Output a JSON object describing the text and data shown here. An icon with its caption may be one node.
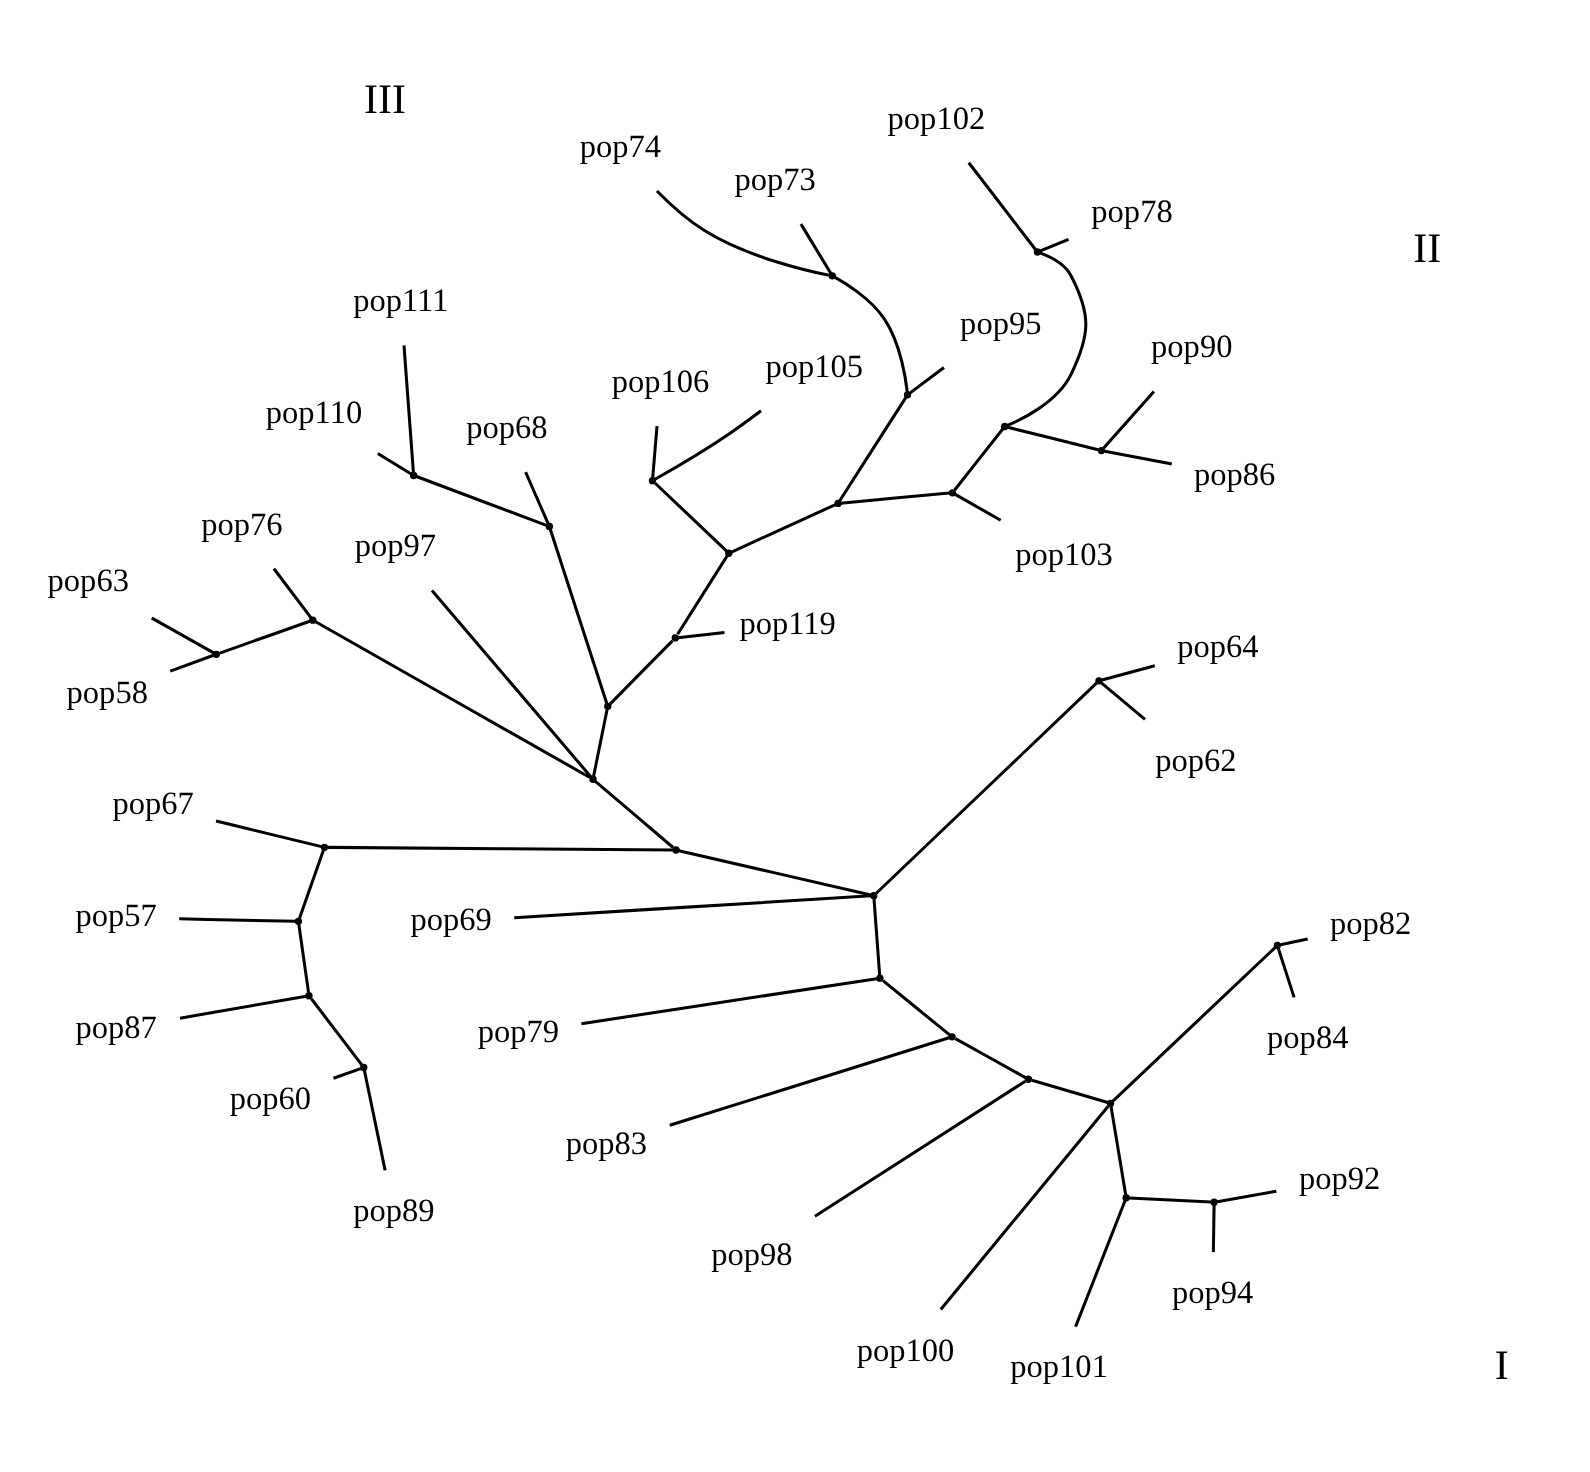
{
  "diagram": {
    "nodes": [
      {
        "text": [
          "pop73"
        ]
      },
      {
        "text": [
          "pop74"
        ]
      },
      {
        "text": [
          "pop103"
        ]
      },
      {
        "text": [
          "pop86"
        ]
      },
      {
        "text": [
          "pop90"
        ]
      },
      {
        "text": [
          "pop95"
        ]
      },
      {
        "text": [
          "pop78"
        ]
      },
      {
        "text": [
          "pop119"
        ]
      },
      {
        "text": [
          "pop102"
        ]
      },
      {
        "text": [
          "pop111"
        ]
      },
      {
        "text": [
          "pop110"
        ]
      },
      {
        "text": [
          "pop105"
        ]
      },
      {
        "text": [
          "pop68"
        ]
      },
      {
        "text": [
          "pop106"
        ]
      },
      {
        "text": [
          "pop63"
        ]
      },
      {
        "text": [
          "pop67"
        ]
      },
      {
        "text": [
          "pop58"
        ]
      },
      {
        "text": [
          "pop57"
        ]
      },
      {
        "text": [
          "pop76"
        ]
      },
      {
        "text": [
          "pop87"
        ]
      },
      {
        "text": [
          "pop60"
        ]
      },
      {
        "text": [
          "pop97"
        ]
      },
      {
        "text": [
          "pop94"
        ]
      },
      {
        "text": [
          "pop89"
        ]
      },
      {
        "text": [
          "pop92"
        ]
      },
      {
        "text": [
          "pop101"
        ]
      },
      {
        "text": [
          "pop69"
        ]
      },
      {
        "text": [
          "pop84"
        ]
      },
      {
        "text": [
          "pop82"
        ]
      },
      {
        "text": [
          "pop62"
        ]
      },
      {
        "text": [
          "pop100"
        ]
      },
      {
        "text": [
          "pop98"
        ]
      },
      {
        "text": [
          "pop83"
        ]
      },
      {
        "text": [
          "pop79"
        ]
      },
      {
        "text": [
          "pop64"
        ]
      },
      {
        "text": [],
        "shape": "point"
      },
      {
        "text": [],
        "shape": "point"
      },
      {
        "text": [],
        "shape": "point"
      },
      {
        "text": [],
        "shape": "point"
      },
      {
        "text": [],
        "shape": "point"
      },
      {
        "text": [],
        "shape": "point"
      },
      {
        "text": [],
        "shape": "point"
      },
      {
        "text": [],
        "shape": "point"
      },
      {
        "text": [],
        "shape": "point"
      },
      {
        "text": [],
        "shape": "point"
      },
      {
        "text": [],
        "shape": "point"
      },
      {
        "text": [],
        "shape": "point"
      },
      {
        "text": [],
        "shape": "point"
      },
      {
        "text": [],
        "shape": "point"
      },
      {
        "text": [],
        "shape": "point"
      },
      {
        "text": [],
        "shape": "point"
      },
      {
        "text": [],
        "shape": "point"
      },
      {
        "text": [],
        "shape": "point"
      },
      {
        "text": [],
        "shape": "point"
      },
      {
        "text": [],
        "shape": "point"
      },
      {
        "text": [],
        "shape": "point"
      },
      {
        "text": [],
        "shape": "point"
      },
      {
        "text": [],
        "shape": "point"
      },
      {
        "text": [],
        "shape": "point"
      },
      {
        "text": [],
        "shape": "point"
      },
      {
        "text": [],
        "shape": "point"
      },
      {
        "text": [],
        "shape": "point"
      },
      {
        "text": [],
        "shape": "point"
      },
      {
        "text": [],
        "shape": "point"
      },
      {
        "text": [],
        "shape": "point"
      }
    ],
    "edges": [
      {
        "from": 35,
        "to": 0,
        "arrow": "none"
      },
      {
        "from": 35,
        "to": 1,
        "arrow": "none"
      },
      {
        "from": 36,
        "to": 3,
        "arrow": "none"
      },
      {
        "from": 36,
        "to": 4,
        "arrow": "none"
      },
      {
        "from": 37,
        "to": 6,
        "arrow": "none"
      },
      {
        "from": 37,
        "to": 8,
        "arrow": "none"
      },
      {
        "from": 38,
        "to": 36,
        "arrow": "none"
      },
      {
        "from": 38,
        "to": 37,
        "arrow": "none"
      },
      {
        "from": 39,
        "to": 2,
        "arrow": "none"
      },
      {
        "from": 39,
        "to": 38,
        "arrow": "none"
      },
      {
        "from": 40,
        "to": 5,
        "arrow": "none"
      },
      {
        "from": 40,
        "to": 35,
        "arrow": "none"
      },
      {
        "from": 41,
        "to": 40,
        "arrow": "none"
      },
      {
        "from": 41,
        "to": 39,
        "arrow": "none"
      },
      {
        "from": 42,
        "to": 9,
        "arrow": "none"
      },
      {
        "from": 42,
        "to": 10,
        "arrow": "none"
      },
      {
        "from": 43,
        "to": 11,
        "arrow": "none"
      },
      {
        "from": 43,
        "to": 13,
        "arrow": "none"
      },
      {
        "from": 44,
        "to": 41,
        "arrow": "none"
      },
      {
        "from": 44,
        "to": 43,
        "arrow": "none"
      },
      {
        "from": 45,
        "to": 12,
        "arrow": "none"
      },
      {
        "from": 45,
        "to": 42,
        "arrow": "none"
      },
      {
        "from": 46,
        "to": 44,
        "arrow": "none"
      },
      {
        "from": 46,
        "to": 7,
        "arrow": "none"
      },
      {
        "from": 46,
        "to": 47,
        "arrow": "none"
      },
      {
        "from": 47,
        "to": 45,
        "arrow": "none"
      },
      {
        "from": 47,
        "to": 49,
        "arrow": "none"
      },
      {
        "from": 48,
        "to": 14,
        "arrow": "none"
      },
      {
        "from": 48,
        "to": 16,
        "arrow": "none"
      },
      {
        "from": 49,
        "to": 50,
        "arrow": "none"
      },
      {
        "from": 50,
        "to": 48,
        "arrow": "none"
      },
      {
        "from": 50,
        "to": 18,
        "arrow": "none"
      },
      {
        "from": 49,
        "to": 21,
        "arrow": "none"
      },
      {
        "from": 49,
        "to": 51,
        "arrow": "none"
      },
      {
        "from": 51,
        "to": 52,
        "arrow": "none"
      },
      {
        "from": 52,
        "to": 15,
        "arrow": "none"
      },
      {
        "from": 52,
        "to": 53,
        "arrow": "none"
      },
      {
        "from": 53,
        "to": 17,
        "arrow": "none"
      },
      {
        "from": 53,
        "to": 55,
        "arrow": "none"
      },
      {
        "from": 55,
        "to": 19,
        "arrow": "none"
      },
      {
        "from": 55,
        "to": 59,
        "arrow": "none"
      },
      {
        "from": 59,
        "to": 20,
        "arrow": "none"
      },
      {
        "from": 59,
        "to": 23,
        "arrow": "none"
      },
      {
        "from": 51,
        "to": 54,
        "arrow": "none"
      },
      {
        "from": 54,
        "to": 26,
        "arrow": "none"
      },
      {
        "from": 54,
        "to": 63,
        "arrow": "none"
      },
      {
        "from": 63,
        "to": 29,
        "arrow": "none"
      },
      {
        "from": 63,
        "to": 34,
        "arrow": "none"
      },
      {
        "from": 54,
        "to": 56,
        "arrow": "none"
      },
      {
        "from": 56,
        "to": 33,
        "arrow": "none"
      },
      {
        "from": 56,
        "to": 57,
        "arrow": "none"
      },
      {
        "from": 57,
        "to": 32,
        "arrow": "none"
      },
      {
        "from": 57,
        "to": 58,
        "arrow": "none"
      },
      {
        "from": 58,
        "to": 31,
        "arrow": "none"
      },
      {
        "from": 58,
        "to": 60,
        "arrow": "none"
      },
      {
        "from": 60,
        "to": 30,
        "arrow": "none"
      },
      {
        "from": 60,
        "to": 64,
        "arrow": "none"
      },
      {
        "from": 60,
        "to": 61,
        "arrow": "none"
      },
      {
        "from": 64,
        "to": 27,
        "arrow": "none"
      },
      {
        "from": 64,
        "to": 28,
        "arrow": "none"
      },
      {
        "from": 61,
        "to": 25,
        "arrow": "none"
      },
      {
        "from": 61,
        "to": 62,
        "arrow": "none"
      },
      {
        "from": 62,
        "to": 22,
        "arrow": "none"
      },
      {
        "from": 62,
        "to": 24,
        "arrow": "none"
      }
    ],
    "labels": [
      "II",
      "III",
      "I"
    ]
  }
}
